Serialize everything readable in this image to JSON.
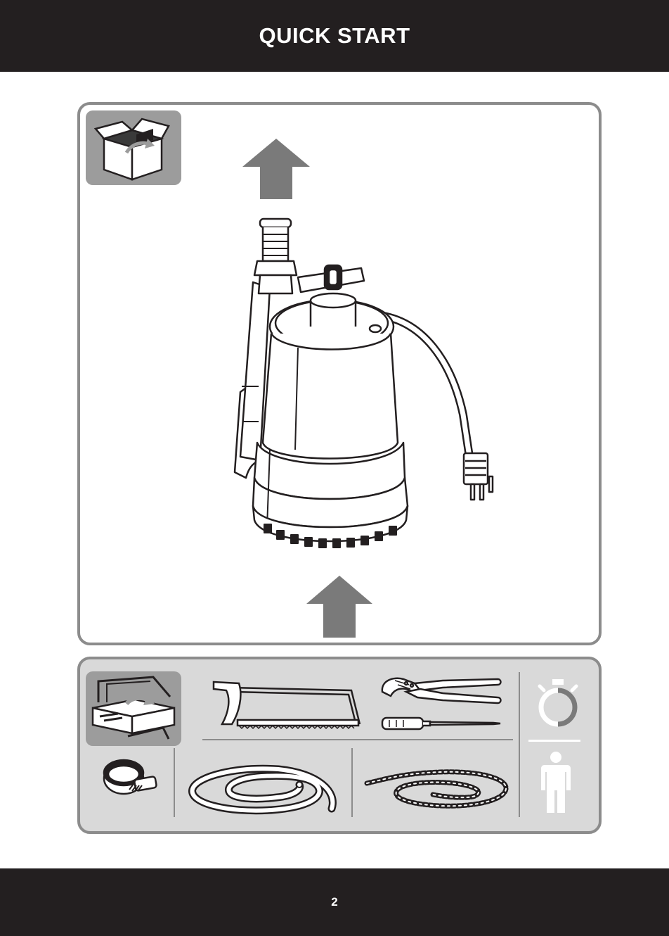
{
  "header": {
    "title": "QUICK START"
  },
  "footer": {
    "page_number": "2"
  },
  "colors": {
    "bar": "#231f20",
    "panel_border": "#8c8c8c",
    "panel_fill": "#d9d9d9",
    "arrow": "#7a7a7a",
    "badge": "#9c9c9c"
  },
  "icons": {
    "unbox": "open-box-icon",
    "arrow_up": "arrow-up-icon",
    "pump": "submersible-pump-illustration",
    "workbench": "workbench-icon",
    "hacksaw": "hacksaw-icon",
    "pliers": "pliers-icon",
    "screwdriver": "screwdriver-icon",
    "hose_clamp": "hose-clamp-icon",
    "hose": "hose-icon",
    "rope": "rope-icon",
    "timer": "stopwatch-icon",
    "person": "person-icon"
  }
}
